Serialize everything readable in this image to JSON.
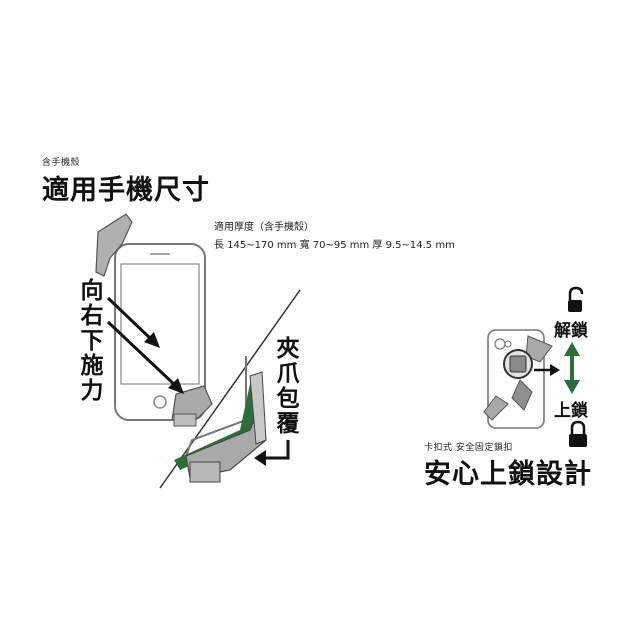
{
  "section_left": {
    "caption": "含手機殼",
    "title": "適用手機尺寸",
    "spec_heading": "適用厚度（含手機殼）",
    "spec_values": "長 145~170 mm  寬 70~95 mm  厚 9.5~14.5 mm",
    "push_label": "向右下施力",
    "clamp_label": "夾爪包覆"
  },
  "section_right": {
    "unlock_label": "解鎖",
    "lock_label": "上鎖",
    "caption": "卡扣式  安全固定鎖扣",
    "title": "安心上鎖設計"
  },
  "colors": {
    "accent_green": "#2e6e3a",
    "clamp_gray": "#a9a9a9",
    "outline": "#555555"
  }
}
